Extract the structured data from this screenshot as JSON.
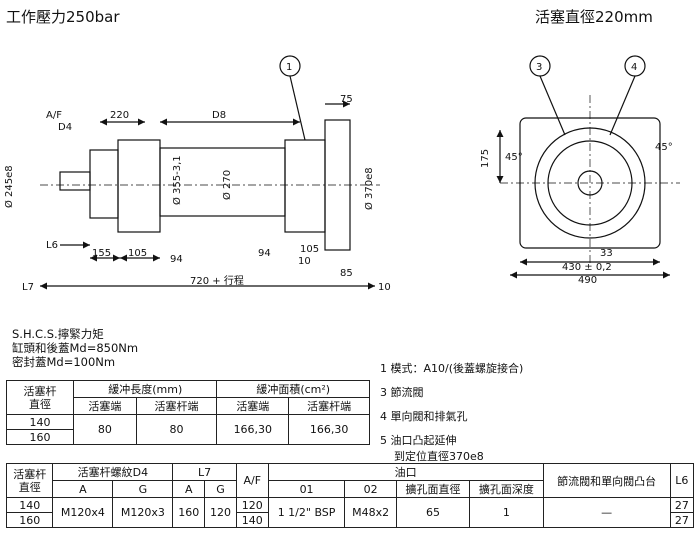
{
  "header": {
    "left": "工作壓力250bar",
    "right": "活塞直徑220mm"
  },
  "drawing": {
    "callouts": [
      "1",
      "3",
      "4"
    ],
    "dims": {
      "af": "A/F",
      "d4": "D4",
      "d220": "220",
      "d8": "D8",
      "d75": "75",
      "o245": "Ø 245e8",
      "o355": "Ø 355-3,1",
      "o270": "Ø 270",
      "o370": "Ø 370e8",
      "l6": "L6",
      "d155": "155",
      "d105a": "105",
      "d94a": "94",
      "d94b": "94",
      "d105b": "105",
      "d10a": "10",
      "d85": "85",
      "l7": "L7",
      "stroke": "720 + 行程",
      "d10b": "10",
      "ang45a": "45°",
      "ang45b": "45°",
      "d175": "175",
      "d33": "33",
      "d430": "430 ± 0,2",
      "d490": "490"
    }
  },
  "notes": [
    "S.H.C.S.擰緊力矩",
    "缸頭和後蓋Md=850Nm",
    "密封蓋Md=100Nm"
  ],
  "legend": [
    "1  模式：A10/(後蓋螺旋接合)",
    "3  節流閥",
    "4  單向閥和排氣孔",
    "5  油口凸起延伸",
    "到定位直徑370e8"
  ],
  "table1": {
    "h_rod_dia": "活塞杆\n直徑",
    "h_cushion_len": "緩冲長度(mm)",
    "h_cushion_area": "緩冲面積(cm²)",
    "h_cap": "活塞端",
    "h_rod": "活塞杆端",
    "h_cap2": "活塞端",
    "h_rod2": "活塞杆端",
    "rows": [
      "140",
      "160"
    ],
    "len_cap": "80",
    "len_rod": "80",
    "area_cap": "166,30",
    "area_rod": "166,30"
  },
  "table2": {
    "h_rod_dia": "活塞杆\n直徑",
    "h_thread": "活塞杆螺紋D4",
    "h_l7": "L7",
    "h_af": "A/F",
    "h_port": "油口",
    "h_valve": "節流閥和單向閥凸台",
    "h_l6": "L6",
    "h_a": "A",
    "h_g": "G",
    "h_a2": "A",
    "h_g2": "G",
    "h_01": "01",
    "h_02": "02",
    "h_bore": "擴孔面直徑",
    "h_depth": "擴孔面深度",
    "rows": [
      "140",
      "160"
    ],
    "thread_a": "M120x4",
    "thread_g": "M120x3",
    "l7_a": "160",
    "l7_g": "120",
    "af": [
      "120",
      "140"
    ],
    "port01": "1 1/2\" BSP",
    "port02": "M48x2",
    "bore": "65",
    "depth": "1",
    "valve": "—",
    "l6": [
      "27",
      "27"
    ]
  }
}
